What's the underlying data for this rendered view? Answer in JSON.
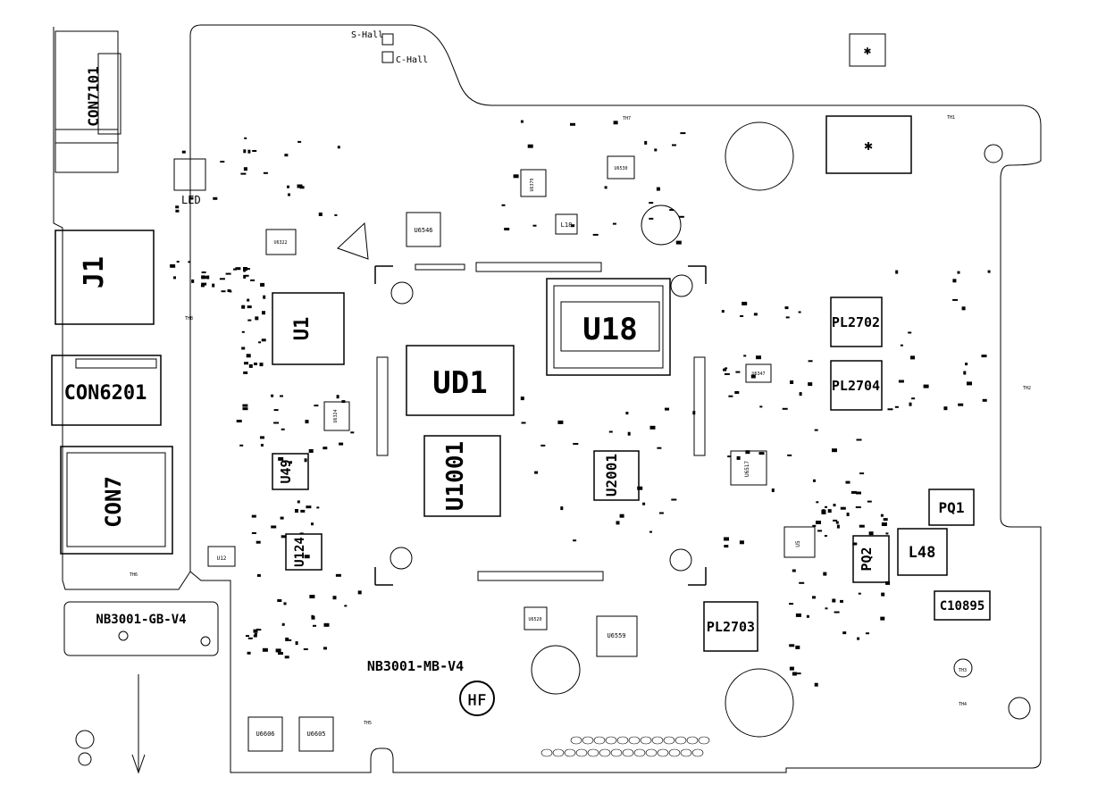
{
  "board": {
    "name": "NB3001-MB-V4",
    "sub_board": "NB3001-GB-V4",
    "logo_text": "HF",
    "hall_sensors": [
      "S-Hall",
      "C-Hall"
    ],
    "led_label": "LED"
  },
  "components": {
    "con7101": "CON7101",
    "j1": "J1",
    "con6201": "CON6201",
    "con7": "CON7",
    "u1": "U1",
    "ud1": "UD1",
    "u18": "U18",
    "u1001": "U1001",
    "u2001": "U2001",
    "u49": "U49",
    "u124": "U124",
    "pl2702": "PL2702",
    "pl2704": "PL2704",
    "pl2703": "PL2703",
    "pq1": "PQ1",
    "pq2": "PQ2",
    "l48": "L48",
    "c10895": "C10895",
    "u6546": "U6546",
    "u6559": "U6559",
    "u6606": "U6606",
    "u6605": "U6605",
    "u6520": "U6520",
    "u6530": "U6530",
    "u6379": "U6379",
    "u6517": "U6517",
    "u6347": "U6347",
    "u6324": "U6324",
    "u6322": "U6322",
    "l18": "L18",
    "u5": "U5",
    "u12": "U12"
  },
  "thermal_pads": [
    "TH1",
    "TH2",
    "TH3",
    "TH4",
    "TH5",
    "TH6",
    "TH7",
    "TH8"
  ]
}
